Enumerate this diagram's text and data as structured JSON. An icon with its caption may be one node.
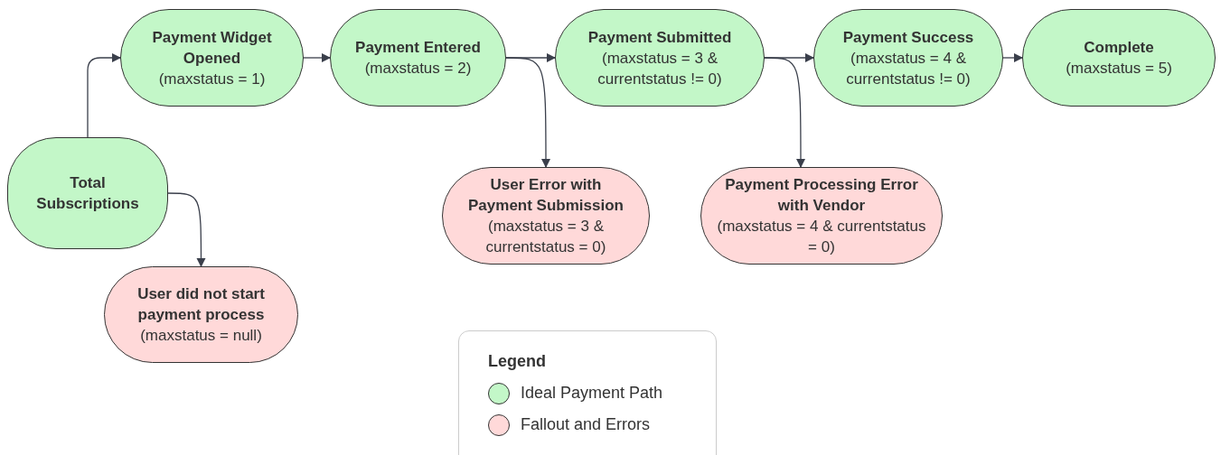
{
  "diagram": {
    "nodes": [
      {
        "text": [
          "Total Subscriptions"
        ]
      },
      {
        "text": [
          "Payment Widget Opened",
          "(maxstatus = 1)"
        ]
      },
      {
        "text": [
          "Payment Entered",
          "(maxstatus = 2)"
        ]
      },
      {
        "text": [
          "Payment Submitted",
          "(maxstatus = 3 & currentstatus != 0)"
        ]
      },
      {
        "text": [
          "Payment Success",
          "(maxstatus = 4 & currentstatus != 0)"
        ]
      },
      {
        "text": [
          "Complete",
          "(maxstatus = 5)"
        ]
      },
      {
        "text": [
          "User Error with Payment Submission",
          "(maxstatus = 3 & currentstatus = 0)"
        ]
      },
      {
        "text": [
          "Payment Processing Error with Vendor",
          "(maxstatus = 4 & currentstatus = 0)"
        ]
      },
      {
        "text": [
          "User did not start payment process",
          "(maxstatus = null)"
        ]
      }
    ],
    "edges": [
      {
        "from": 0,
        "to": 1,
        "arrow": "to"
      },
      {
        "from": 1,
        "to": 2,
        "arrow": "to"
      },
      {
        "from": 2,
        "to": 3,
        "arrow": "to"
      },
      {
        "from": 3,
        "to": 4,
        "arrow": "to"
      },
      {
        "from": 4,
        "to": 5,
        "arrow": "to"
      },
      {
        "from": 2,
        "to": 6,
        "arrow": "to"
      },
      {
        "from": 3,
        "to": 7,
        "arrow": "to"
      },
      {
        "from": 0,
        "to": 8,
        "arrow": "to"
      }
    ],
    "labels": [
      "Legend"
    ],
    "legend": [
      {
        "text": "Ideal Payment Path",
        "color": "#c3f7c8"
      },
      {
        "text": "Fallout and Errors",
        "color": "#ffd9d9"
      }
    ]
  }
}
